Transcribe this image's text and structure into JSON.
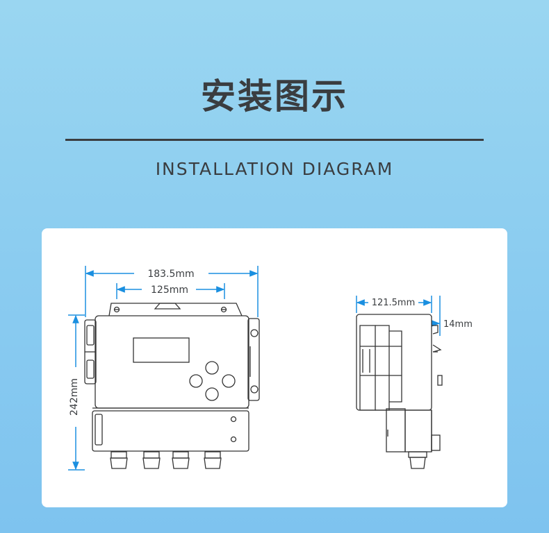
{
  "header": {
    "title": "安装图示",
    "subtitle": "INSTALLATION DIAGRAM"
  },
  "front_view": {
    "overall_width": "183.5mm",
    "mount_width": "125mm",
    "height": "242mm"
  },
  "side_view": {
    "depth": "121.5mm",
    "bracket_offset": "14mm"
  },
  "colors": {
    "background": "#8ccdf0",
    "dimension_line": "#1a8fe0",
    "outline": "#333333"
  }
}
